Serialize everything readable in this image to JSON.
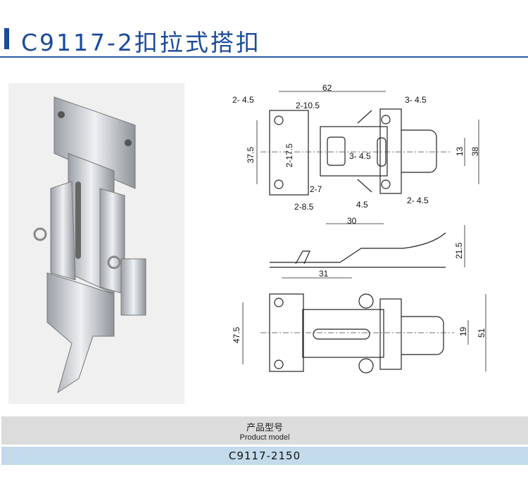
{
  "title": "C9117-2扣拉式搭扣",
  "colors": {
    "accent": "#1a4a9a",
    "header_bg": "#dcdcdc",
    "value_bg": "#c3dbeb"
  },
  "drawing": {
    "top_view": [
      "2- 4.5",
      "62",
      "2-10.5",
      "3- 4.5",
      "37.5",
      "2-17.5",
      "3- 4.5",
      "13",
      "38",
      "2-7",
      "2- 4.5",
      "2-8.5",
      "4.5",
      "30"
    ],
    "side_view": [
      "21.5",
      "31"
    ],
    "bottom_view": [
      "47.5",
      "19",
      "51"
    ]
  },
  "table": {
    "header_zh": "产品型号",
    "header_en": "Product model",
    "value": "C9117-2150"
  }
}
